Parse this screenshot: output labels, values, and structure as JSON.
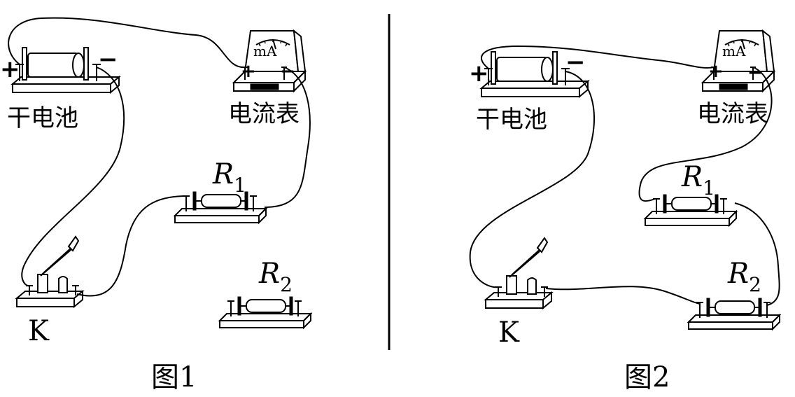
{
  "figures": [
    {
      "caption": "图1",
      "battery_label": "干电池",
      "battery_plus": "+",
      "battery_minus": "−",
      "meter_label": "电流表",
      "meter_unit": "mA",
      "meter_plus": "+",
      "meter_minus": "−",
      "resistor1_symbol": "R",
      "resistor1_sub": "1",
      "resistor2_symbol": "R",
      "resistor2_sub": "2",
      "switch_label": "K"
    },
    {
      "caption": "图2",
      "battery_label": "干电池",
      "battery_plus": "+",
      "battery_minus": "−",
      "meter_label": "电流表",
      "meter_unit": "mA",
      "meter_plus": "+",
      "meter_minus": "−",
      "resistor1_symbol": "R",
      "resistor1_sub": "1",
      "resistor2_symbol": "R",
      "resistor2_sub": "2",
      "switch_label": "K"
    }
  ]
}
